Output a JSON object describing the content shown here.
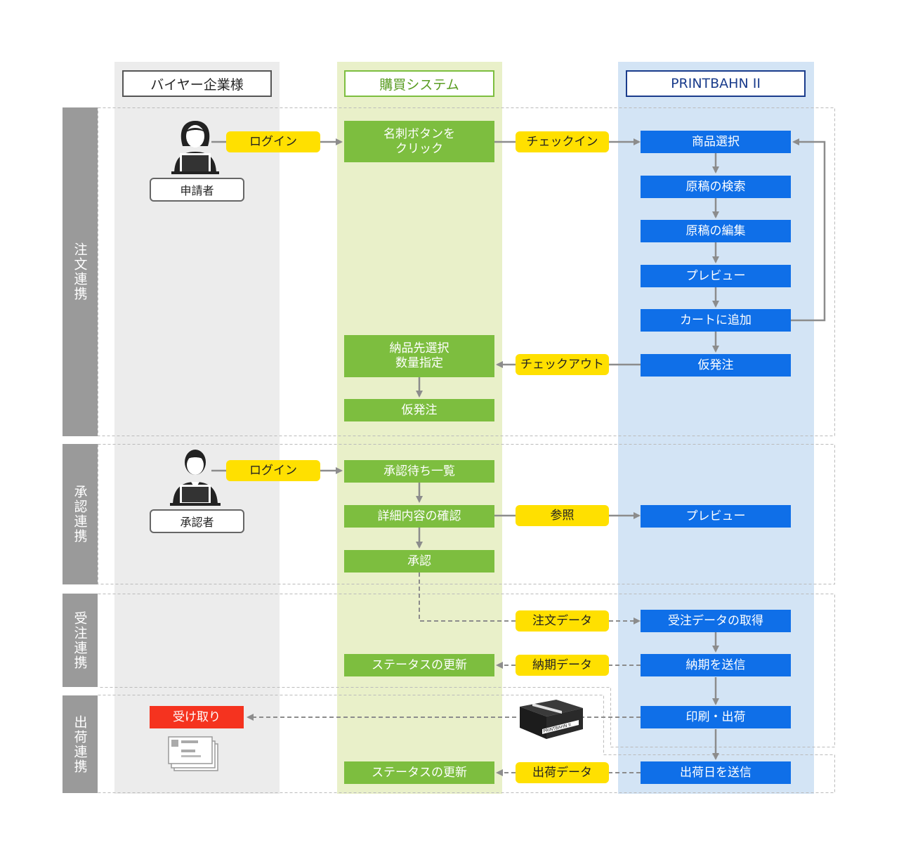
{
  "columns": {
    "buyer": "バイヤー企業様",
    "purchase": "購買システム",
    "printbahn": "PRINTBAHN II"
  },
  "sections": {
    "order": "注文連携",
    "approval": "承認連携",
    "receive": "受注連携",
    "ship": "出荷連携"
  },
  "people": {
    "applicant": "申請者",
    "approver": "承認者"
  },
  "order": {
    "login": "ログイン",
    "click_card": "名刺ボタンを\nクリック",
    "checkin": "チェックイン",
    "select_product": "商品選択",
    "search_draft": "原稿の検索",
    "edit_draft": "原稿の編集",
    "preview": "プレビュー",
    "add_cart": "カートに追加",
    "provisional_pb": "仮発注",
    "checkout": "チェックアウト",
    "delivery_select": "納品先選択\n数量指定",
    "provisional_ps": "仮発注"
  },
  "approval": {
    "login": "ログイン",
    "waiting_list": "承認待ち一覧",
    "detail_confirm": "詳細内容の確認",
    "reference": "参照",
    "preview": "プレビュー",
    "approve": "承認"
  },
  "receive": {
    "order_data": "注文データ",
    "get_order_data": "受注データの取得",
    "status_update": "ステータスの更新",
    "delivery_data": "納期データ",
    "send_delivery": "納期を送信"
  },
  "ship": {
    "receive": "受け取り",
    "print_ship": "印刷・出荷",
    "box_text": "PRINTBAHN II",
    "status_update": "ステータスの更新",
    "ship_data": "出荷データ",
    "send_ship_date": "出荷日を送信"
  },
  "colors": {
    "green": "#7dbe3f",
    "blue": "#0f6fe8",
    "yellow": "#ffe000",
    "red": "#f5331f",
    "buyer_bg": "#ececec",
    "purchase_bg": "#e9f0c9",
    "printbahn_bg": "#d3e4f5"
  }
}
